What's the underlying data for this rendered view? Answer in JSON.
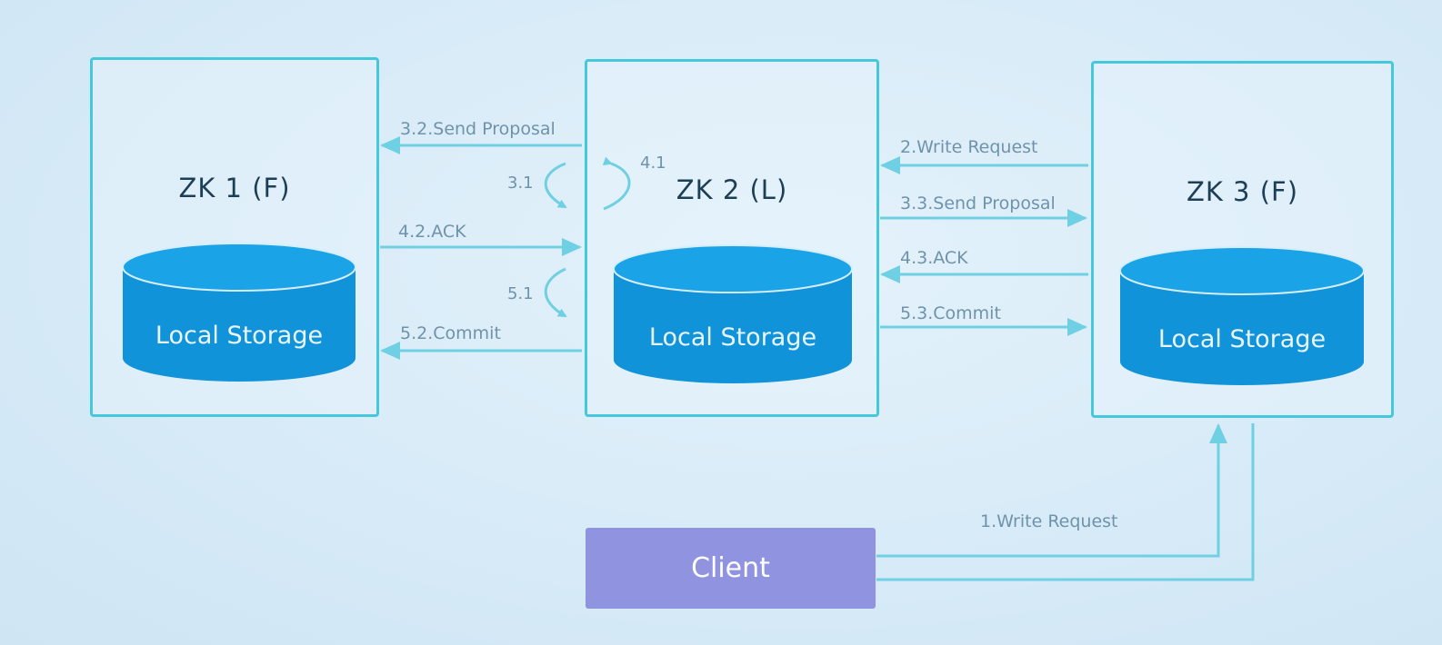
{
  "nodes": {
    "zk1": {
      "title": "ZK 1 (F)",
      "storage": "Local Storage"
    },
    "zk2": {
      "title": "ZK 2 (L)",
      "storage": "Local Storage"
    },
    "zk3": {
      "title": "ZK 3 (F)",
      "storage": "Local Storage"
    }
  },
  "client": {
    "label": "Client"
  },
  "messages": {
    "send_proposal_zk1": "3.2.Send Proposal",
    "self_3_1": "3.1",
    "self_4_1": "4.1",
    "self_5_1": "5.1",
    "ack_zk1": "4.2.ACK",
    "commit_zk1": "5.2.Commit",
    "write_request_zk2": "2.Write Request",
    "send_proposal_zk3": "3.3.Send Proposal",
    "ack_zk3": "4.3.ACK",
    "commit_zk3": "5.3.Commit",
    "client_write_request": "1.Write Request"
  },
  "colors": {
    "background": "#d9ecf8",
    "box_border": "#45c7dc",
    "storage_fill": "#1193d9",
    "arrow": "#6fd0e3",
    "client_fill": "#8f93e0",
    "label_text": "#6f93ab"
  }
}
